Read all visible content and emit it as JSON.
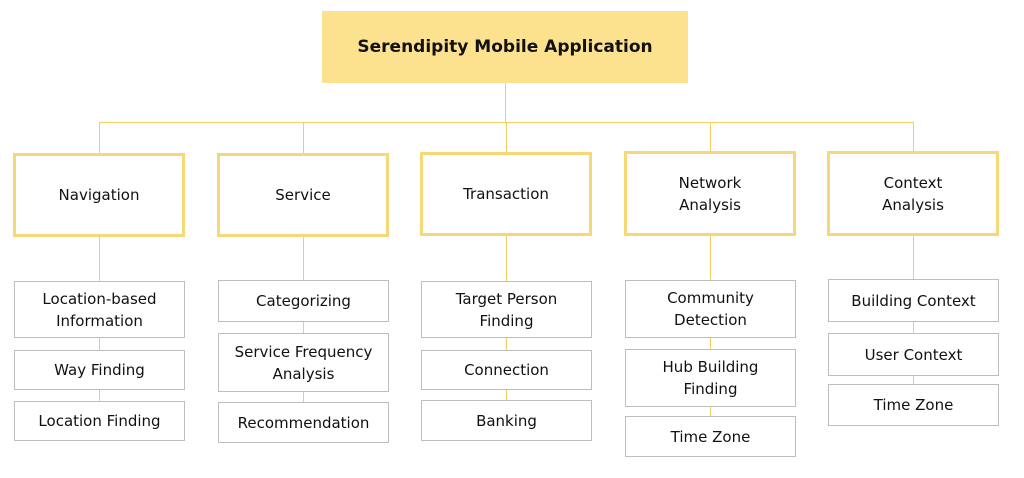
{
  "title": "Serendipity Mobile Application",
  "colors": {
    "root_fill": "#fce28e",
    "category_border": "#f6d878",
    "connector": "#f2cf62",
    "child_border": "#bdbdbd"
  },
  "categories": [
    {
      "label": "Navigation",
      "children": [
        "Location-based\nInformation",
        "Way Finding",
        "Location Finding"
      ]
    },
    {
      "label": "Service",
      "children": [
        "Categorizing",
        "Service Frequency\nAnalysis",
        "Recommendation"
      ]
    },
    {
      "label": "Transaction",
      "children": [
        "Target Person\nFinding",
        "Connection",
        "Banking"
      ]
    },
    {
      "label": "Network\nAnalysis",
      "children": [
        "Community\nDetection",
        "Hub Building\nFinding",
        "Time Zone"
      ]
    },
    {
      "label": "Context\nAnalysis",
      "children": [
        "Building Context",
        "User Context",
        "Time Zone"
      ]
    }
  ]
}
